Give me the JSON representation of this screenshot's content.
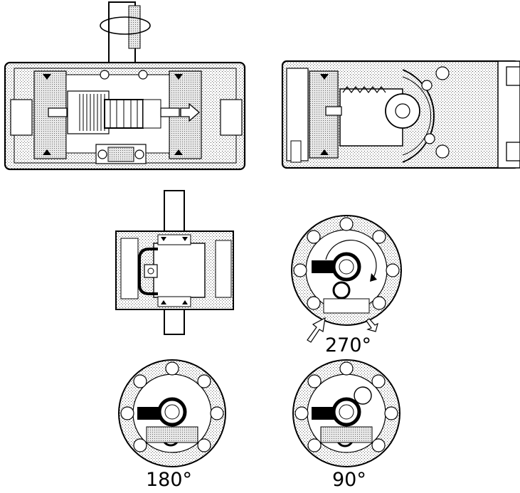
{
  "labels": {
    "rotary_270": "270°",
    "rotary_180": "180°",
    "rotary_90": "90°"
  },
  "colors": {
    "ink": "#000000",
    "stipple": "#c9c9c9",
    "paper": "#ffffff"
  }
}
